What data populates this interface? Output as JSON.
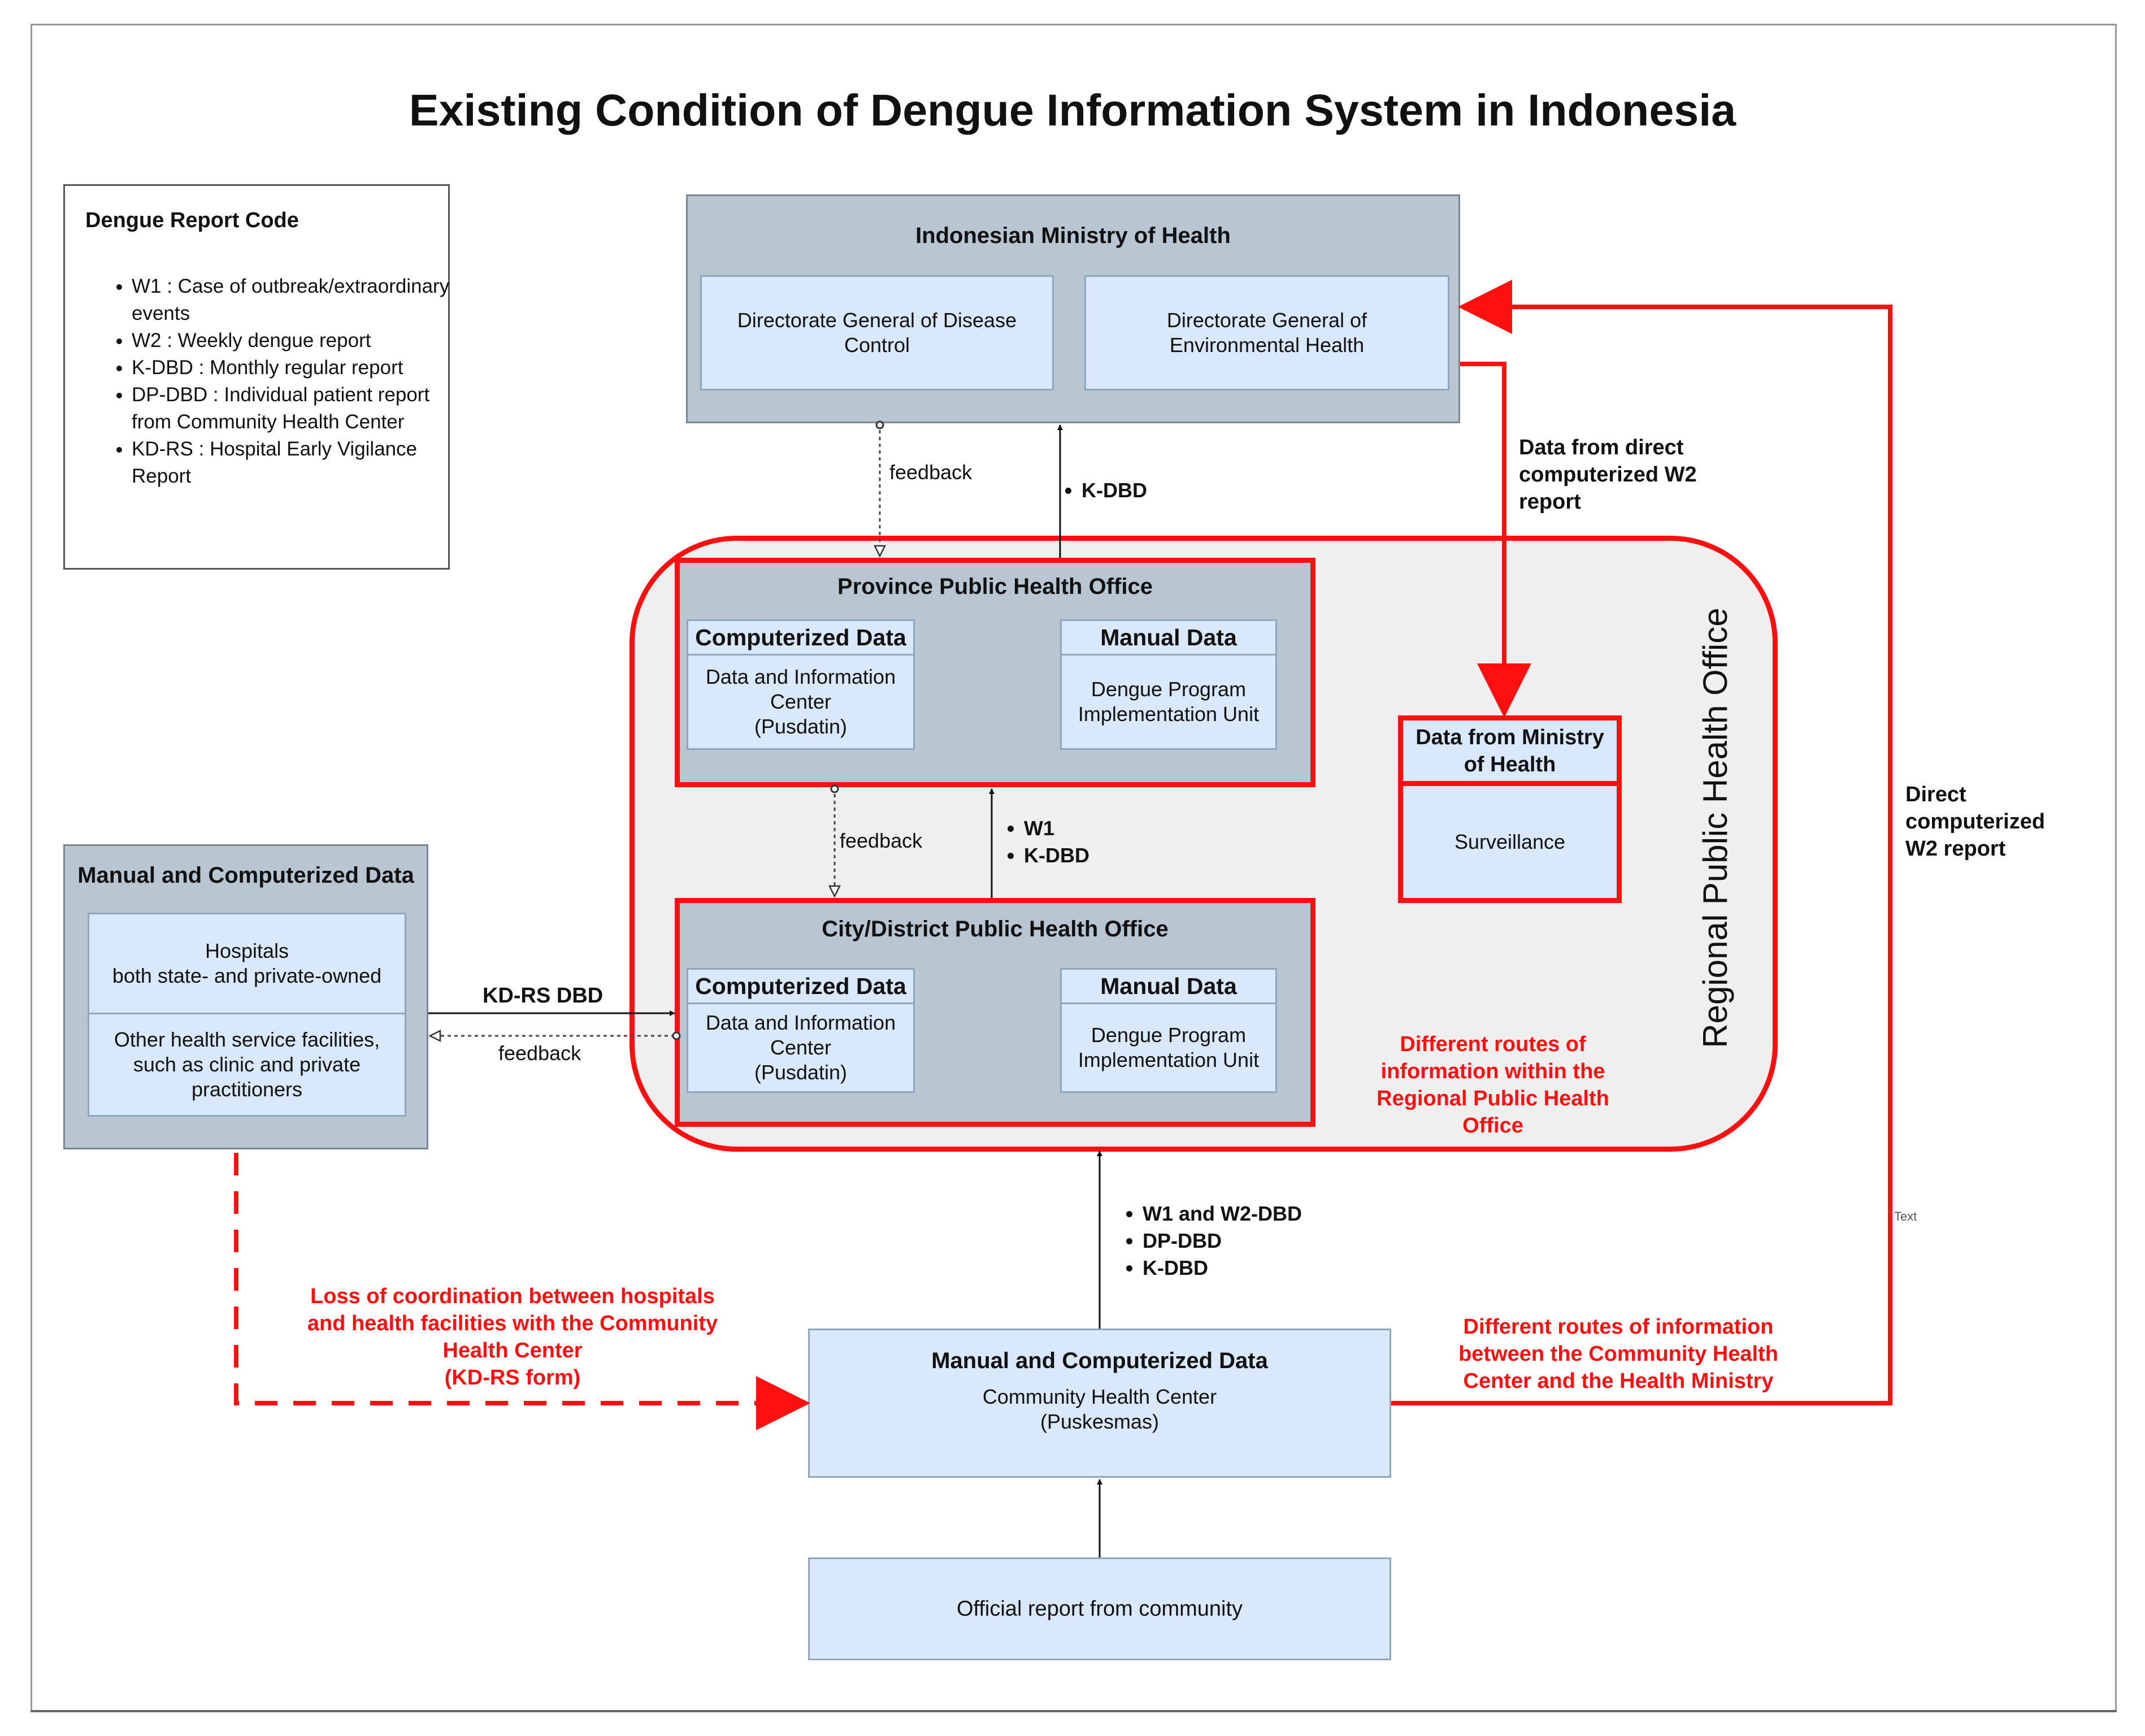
{
  "title": "Existing Condition of Dengue Information System in Indonesia",
  "legend": {
    "heading": "Dengue Report Code",
    "items": [
      "W1 : Case of outbreak/extraordinary events",
      "W2 : Weekly dengue report",
      "K-DBD : Monthly regular report",
      "DP-DBD : Individual patient report from Community Health Center",
      "KD-RS : Hospital Early Vigilance Report"
    ]
  },
  "ministry": {
    "title": "Indonesian Ministry of Health",
    "disease_control": "Directorate General of Disease Control",
    "environmental_health": "Directorate General of Environmental Health"
  },
  "regional": {
    "label": "Regional Public Health Office",
    "note": "Different routes of information within the Regional Public Health Office"
  },
  "province": {
    "title": "Province Public Health Office",
    "computerized_header": "Computerized Data",
    "computerized_body": "Data and Information Center\n(Pusdatin)",
    "manual_header": "Manual Data",
    "manual_body": "Dengue Program Implementation Unit"
  },
  "city": {
    "title": "City/District Public Health Office",
    "computerized_header": "Computerized Data",
    "computerized_body": "Data and Information Center\n(Pusdatin)",
    "manual_header": "Manual Data",
    "manual_body": "Dengue Program Implementation Unit"
  },
  "ministry_data": {
    "header": "Data from Ministry of Health",
    "body": "Surveillance"
  },
  "hospitals": {
    "title": "Manual and Computerized Data",
    "hospitals_text": "Hospitals\nboth state- and private-owned",
    "other_text": "Other health service facilities, such as clinic and private practitioners"
  },
  "puskesmas": {
    "title": "Manual and Computerized Data",
    "body": "Community Health Center\n(Puskesmas)"
  },
  "community": {
    "label": "Official report from community"
  },
  "edges": {
    "feedback_top": "feedback",
    "kdbd_top": [
      "K-DBD"
    ],
    "feedback_mid": "feedback",
    "w1_kdbd": [
      "W1",
      "K-DBD"
    ],
    "kdrs_dbd": "KD-RS DBD",
    "feedback_left": "feedback",
    "puskesmas_reports": [
      "W1 and W2-DBD",
      "DP-DBD",
      "K-DBD"
    ],
    "direct_w2_from_ministry": "Data from direct computerized W2 report",
    "direct_w2": "Direct computerized W2 report",
    "text_tag": "Text",
    "loss_coordination": "Loss of coordination between hospitals and health facilities with the Community Health Center\n(KD-RS form)",
    "different_routes_ministry": "Different routes of information between the Community Health Center and the Health Ministry"
  },
  "colors": {
    "accent_red": "#ff1010",
    "box_gray": "#b8c6d2",
    "box_light_blue": "#d9e8fa",
    "regional_bg": "#efefef"
  }
}
